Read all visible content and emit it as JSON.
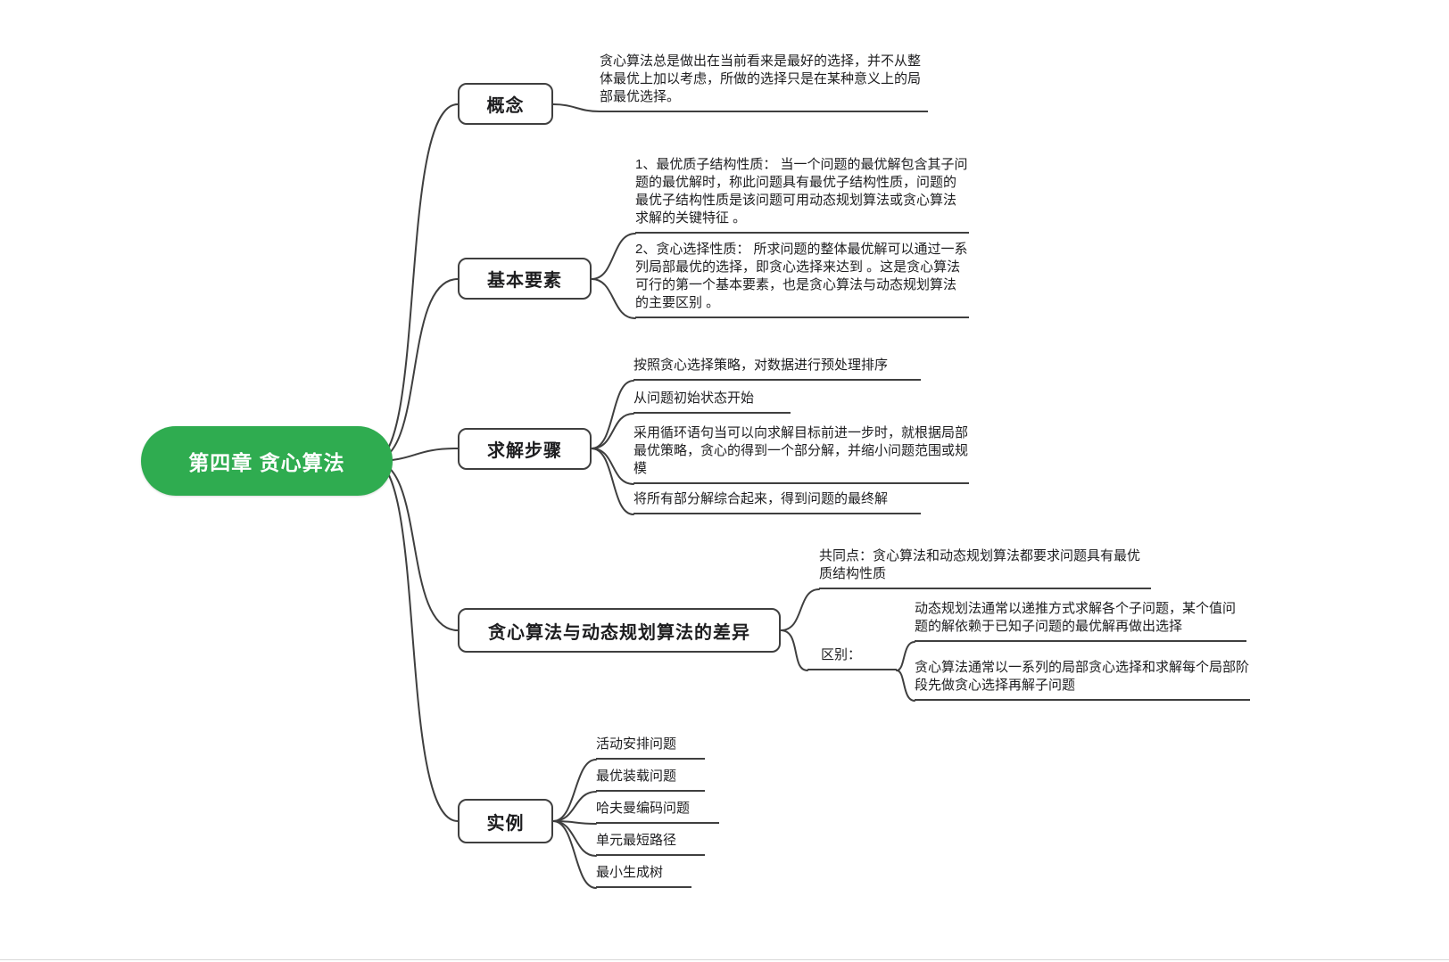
{
  "root": {
    "label": "第四章 贪心算法"
  },
  "branches": [
    {
      "label": "概念",
      "leaves": [
        {
          "text": "贪心算法总是做出在当前看来是最好的选择，并不从整体最优上加以考虑，所做的选择只是在某种意义上的局部最优选择。"
        }
      ]
    },
    {
      "label": "基本要素",
      "leaves": [
        {
          "text": "1、最优质子结构性质： 当一个问题的最优解包含其子问题的最优解时，称此问题具有最优子结构性质，问题的最优子结构性质是该问题可用动态规划算法或贪心算法求解的关键特征 。"
        },
        {
          "text": "2、贪心选择性质： 所求问题的整体最优解可以通过一系列局部最优的选择，即贪心选择来达到 。这是贪心算法可行的第一个基本要素，也是贪心算法与动态规划算法的主要区别 。"
        }
      ]
    },
    {
      "label": "求解步骤",
      "leaves": [
        {
          "text": "按照贪心选择策略，对数据进行预处理排序"
        },
        {
          "text": "从问题初始状态开始"
        },
        {
          "text": "采用循环语句当可以向求解目标前进一步时，就根据局部最优策略，贪心的得到一个部分解，并缩小问题范围或规模"
        },
        {
          "text": "将所有部分解综合起来，得到问题的最终解"
        }
      ]
    },
    {
      "label": "贪心算法与动态规划算法的差异",
      "leaves": [
        {
          "text": "共同点：贪心算法和动态规划算法都要求问题具有最优质结构性质"
        }
      ],
      "sub_node": {
        "label": "区别：",
        "leaves": [
          {
            "text": "动态规划法通常以递推方式求解各个子问题，某个值问题的解依赖于已知子问题的最优解再做出选择"
          },
          {
            "text": "贪心算法通常以一系列的局部贪心选择和求解每个局部阶段先做贪心选择再解子问题"
          }
        ]
      }
    },
    {
      "label": "实例",
      "leaves": [
        {
          "text": "活动安排问题"
        },
        {
          "text": "最优装载问题"
        },
        {
          "text": "哈夫曼编码问题"
        },
        {
          "text": "单元最短路径"
        },
        {
          "text": "最小生成树"
        }
      ]
    }
  ],
  "colors": {
    "root_bg": "#2fac50",
    "root_text": "#ffffff",
    "line": "#3f3f3f",
    "node_border": "#3f3f3f",
    "text": "#1d1d1f",
    "background": "#ffffff",
    "divider": "#d9d9d9"
  }
}
